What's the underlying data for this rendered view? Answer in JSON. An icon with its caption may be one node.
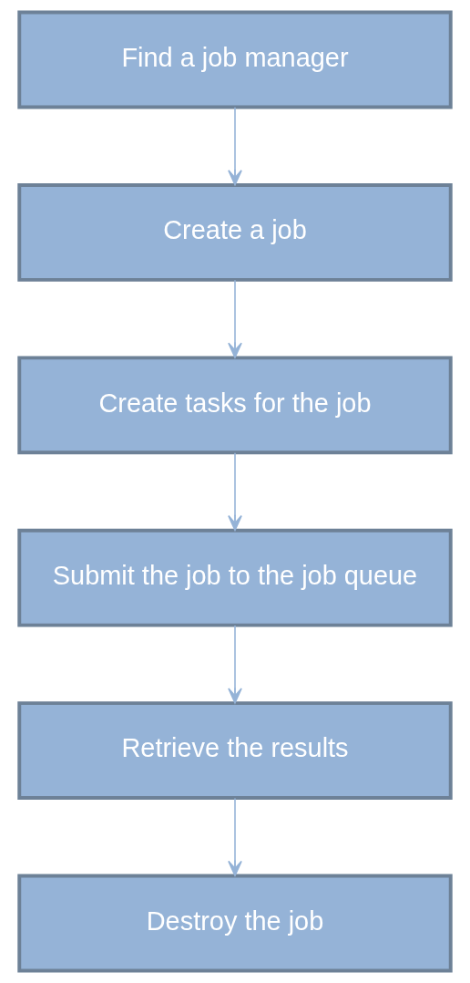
{
  "diagram": {
    "nodes": [
      {
        "text": [
          "Find a job manager"
        ]
      },
      {
        "text": [
          "Create a job"
        ]
      },
      {
        "text": [
          "Create tasks for the job"
        ]
      },
      {
        "text": [
          "Submit the job to the job queue"
        ]
      },
      {
        "text": [
          "Retrieve the results"
        ]
      },
      {
        "text": [
          "Destroy the job"
        ]
      }
    ],
    "edges": [
      {
        "from": 0,
        "to": 1,
        "arrow": "to"
      },
      {
        "from": 1,
        "to": 2,
        "arrow": "to"
      },
      {
        "from": 2,
        "to": 3,
        "arrow": "to"
      },
      {
        "from": 3,
        "to": 4,
        "arrow": "to"
      },
      {
        "from": 4,
        "to": 5,
        "arrow": "to"
      }
    ]
  }
}
